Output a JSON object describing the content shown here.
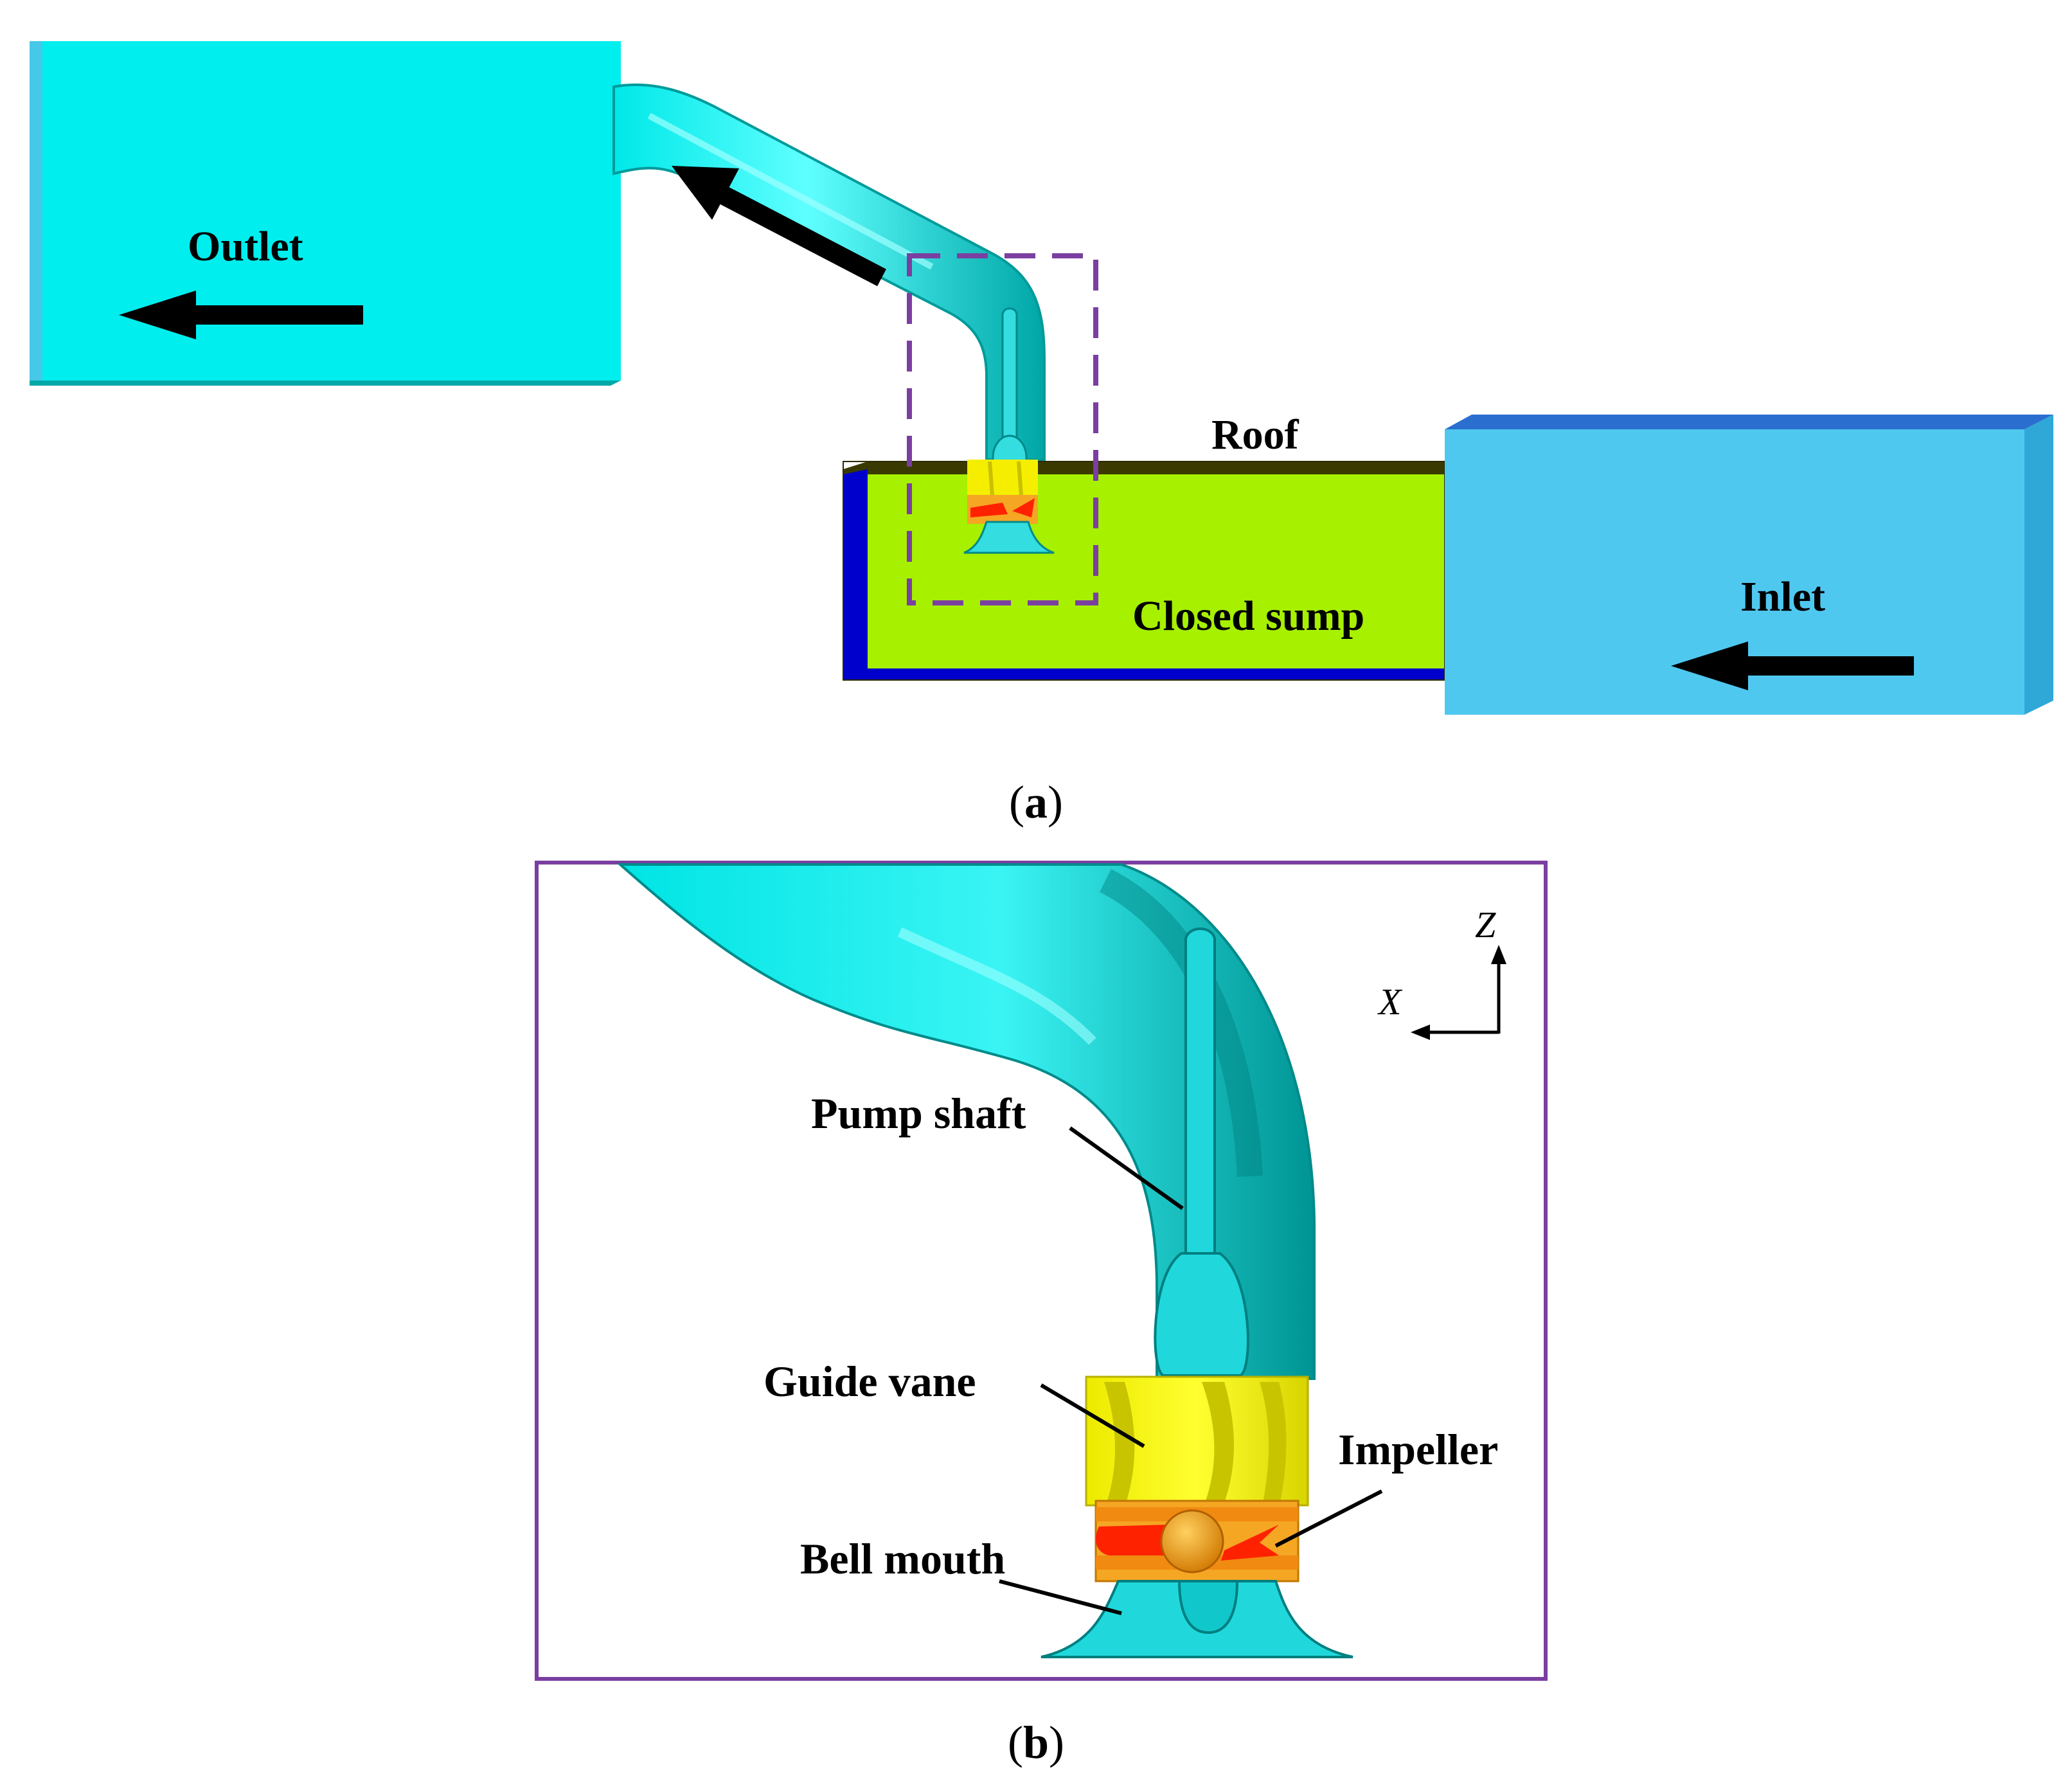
{
  "panel_a": {
    "labels": {
      "outlet": "Outlet",
      "roof": "Roof",
      "closed_sump": "Closed sump",
      "inlet": "Inlet"
    },
    "caption_open": "(",
    "caption_letter": "a",
    "caption_close": ")"
  },
  "panel_b": {
    "labels": {
      "pump_shaft": "Pump shaft",
      "guide_vane": "Guide vane",
      "impeller": "Impeller",
      "bell_mouth": "Bell mouth"
    },
    "axes": {
      "z": "Z",
      "x": "X"
    },
    "caption_open": "(",
    "caption_letter": "b",
    "caption_close": ")"
  },
  "colors": {
    "outlet_box": "#00EEEE",
    "inlet_box": "#4FC8F0",
    "sump": "#A6F000",
    "sump_dark": "#0000CC",
    "roof": "#3A3A00",
    "guide_vane": "#FFFF00",
    "impeller_band": "#F5A623",
    "impeller_blade": "#FF2200",
    "detail_frame": "#7A3FA0"
  }
}
